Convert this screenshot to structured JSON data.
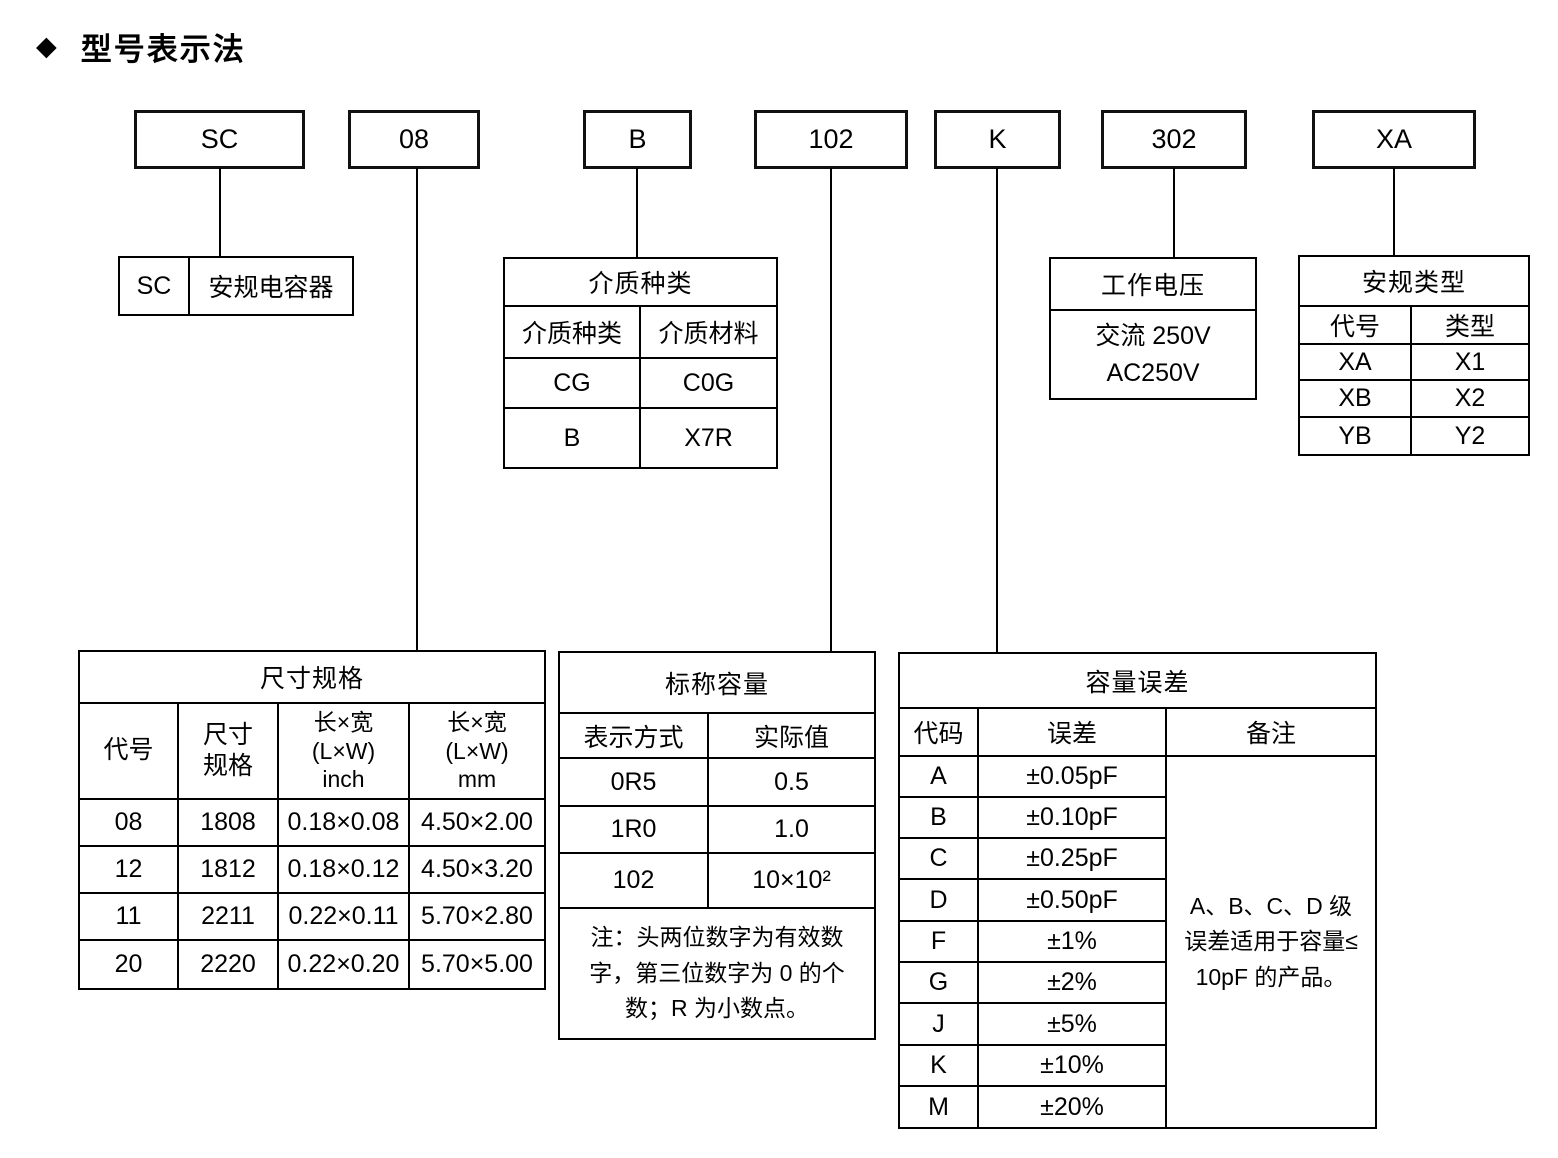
{
  "title": "型号表示法",
  "title_bullet": "◆",
  "code_boxes": [
    {
      "label": "SC"
    },
    {
      "label": "08"
    },
    {
      "label": "B"
    },
    {
      "label": "102"
    },
    {
      "label": "K"
    },
    {
      "label": "302"
    },
    {
      "label": "XA"
    }
  ],
  "sc_table": {
    "code": "SC",
    "meaning": "安规电容器"
  },
  "dielectric_table": {
    "title": "介质种类",
    "headers": [
      "介质种类",
      "介质材料"
    ],
    "rows": [
      [
        "CG",
        "C0G"
      ],
      [
        "B",
        "X7R"
      ]
    ]
  },
  "voltage_table": {
    "title": "工作电压",
    "line1": "交流 250V",
    "line2": "AC250V"
  },
  "safety_table": {
    "title": "安规类型",
    "headers": [
      "代号",
      "类型"
    ],
    "rows": [
      [
        "XA",
        "X1"
      ],
      [
        "XB",
        "X2"
      ],
      [
        "YB",
        "Y2"
      ]
    ]
  },
  "size_table": {
    "title": "尺寸规格",
    "headers": [
      "代号",
      "尺寸\n规格",
      "长×宽\n(L×W)\ninch",
      "长×宽\n(L×W)\nmm"
    ],
    "rows": [
      [
        "08",
        "1808",
        "0.18×0.08",
        "4.50×2.00"
      ],
      [
        "12",
        "1812",
        "0.18×0.12",
        "4.50×3.20"
      ],
      [
        "11",
        "2211",
        "0.22×0.11",
        "5.70×2.80"
      ],
      [
        "20",
        "2220",
        "0.22×0.20",
        "5.70×5.00"
      ]
    ]
  },
  "capacity_table": {
    "title": "标称容量",
    "headers": [
      "表示方式",
      "实际值"
    ],
    "rows": [
      [
        "0R5",
        "0.5"
      ],
      [
        "1R0",
        "1.0"
      ],
      [
        "102",
        "10×10²"
      ]
    ],
    "note": "注：头两位数字为有效数字，第三位数字为 0 的个数；R 为小数点。"
  },
  "tolerance_table": {
    "title": "容量误差",
    "headers": [
      "代码",
      "误差",
      "备注"
    ],
    "rows": [
      [
        "A",
        "±0.05pF"
      ],
      [
        "B",
        "±0.10pF"
      ],
      [
        "C",
        "±0.25pF"
      ],
      [
        "D",
        "±0.50pF"
      ],
      [
        "F",
        "±1%"
      ],
      [
        "G",
        "±2%"
      ],
      [
        "J",
        "±5%"
      ],
      [
        "K",
        "±10%"
      ],
      [
        "M",
        "±20%"
      ]
    ],
    "remark": "A、B、C、D 级误差适用于容量≤ 10pF 的产品。"
  }
}
